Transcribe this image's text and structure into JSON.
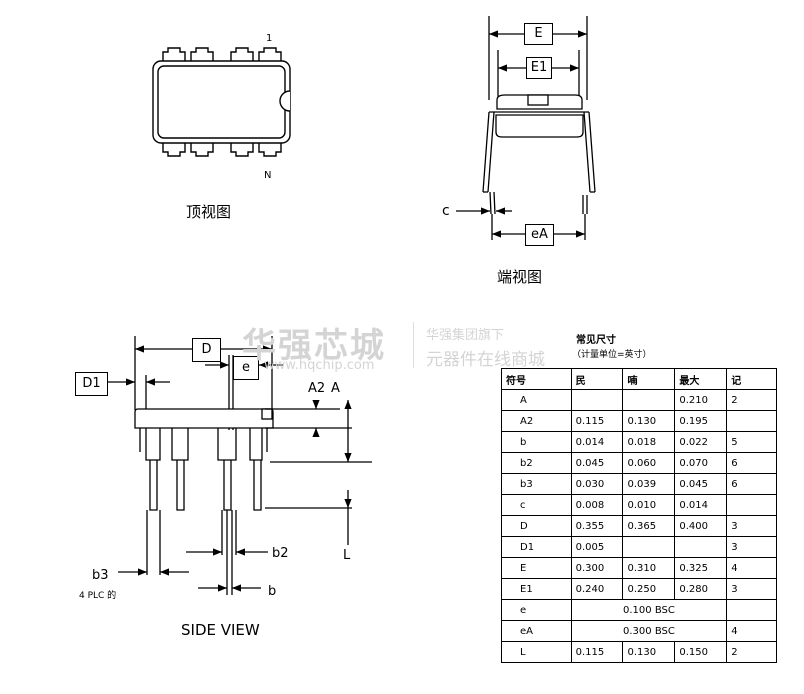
{
  "top_view": {
    "caption": "顶视图",
    "pin1_label": "1",
    "pinN_label": "N"
  },
  "end_view": {
    "caption": "端视图",
    "labels": {
      "E": "E",
      "E1": "E1",
      "c": "c",
      "eA": "eA"
    }
  },
  "side_view": {
    "caption": "SIDE VIEW",
    "labels": {
      "D": "D",
      "D1": "D1",
      "e": "e",
      "A2": "A2",
      "A": "A",
      "b3": "b3",
      "b3_note": "4 PLC 的",
      "b2": "b2",
      "b": "b",
      "L": "L"
    }
  },
  "watermark": {
    "brand": "华强芯城",
    "url": "www.hqchip.com",
    "slogan_line1": "华强集团旗下",
    "slogan_line2": "元器件在线商城"
  },
  "table": {
    "title": "常见尺寸",
    "subtitle": "（计量单位=英寸）",
    "headers": [
      "符号",
      "民",
      "喃",
      "最大",
      "记"
    ],
    "rows": [
      {
        "sym": "A",
        "min": "",
        "nom": "",
        "max": "0.210",
        "note": "2"
      },
      {
        "sym": "A2",
        "min": "0.115",
        "nom": "0.130",
        "max": "0.195",
        "note": ""
      },
      {
        "sym": "b",
        "min": "0.014",
        "nom": "0.018",
        "max": "0.022",
        "note": "5"
      },
      {
        "sym": "b2",
        "min": "0.045",
        "nom": "0.060",
        "max": "0.070",
        "note": "6"
      },
      {
        "sym": "b3",
        "min": "0.030",
        "nom": "0.039",
        "max": "0.045",
        "note": "6"
      },
      {
        "sym": "c",
        "min": "0.008",
        "nom": "0.010",
        "max": "0.014",
        "note": ""
      },
      {
        "sym": "D",
        "min": "0.355",
        "nom": "0.365",
        "max": "0.400",
        "note": "3"
      },
      {
        "sym": "D1",
        "min": "0.005",
        "nom": "",
        "max": "",
        "note": "3"
      },
      {
        "sym": "E",
        "min": "0.300",
        "nom": "0.310",
        "max": "0.325",
        "note": "4"
      },
      {
        "sym": "E1",
        "min": "0.240",
        "nom": "0.250",
        "max": "0.280",
        "note": "3"
      },
      {
        "sym": "e",
        "span": "0.100 BSC",
        "note": ""
      },
      {
        "sym": "eA",
        "span": "0.300 BSC",
        "note": "4"
      },
      {
        "sym": "L",
        "min": "0.115",
        "nom": "0.130",
        "max": "0.150",
        "note": "2"
      }
    ]
  }
}
